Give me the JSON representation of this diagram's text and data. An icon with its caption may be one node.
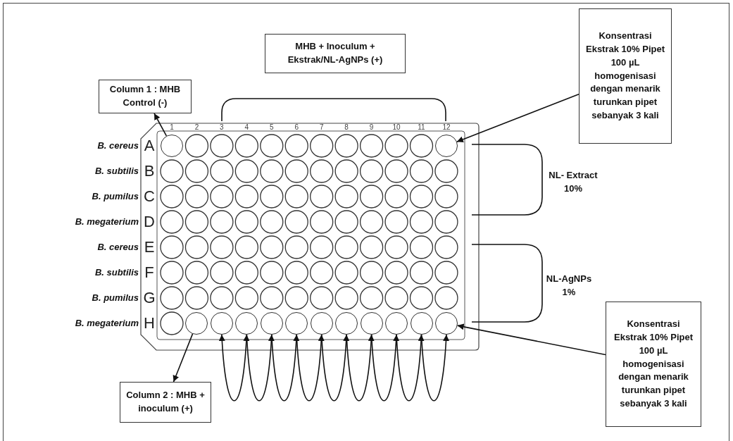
{
  "diagram": {
    "nodes": [
      {
        "text": [
          "Column 1 : MHB Control (-)"
        ]
      },
      {
        "text": [
          "MHB + Inoculum + Ekstrak/NL-AgNPs (+)"
        ]
      },
      {
        "text": [
          "Konsentrasi Ekstrak 10% Pipet 100 µL homogenisasi dengan menarik turunkan pipet sebanyak 3 kali"
        ]
      },
      {
        "text": [],
        "shape": "circle"
      },
      {
        "text": [],
        "shape": "circle"
      },
      {
        "text": [],
        "shape": "circle"
      },
      {
        "text": [],
        "shape": "circle"
      },
      {
        "text": [],
        "shape": "circle"
      },
      {
        "text": [],
        "shape": "circle"
      },
      {
        "text": [],
        "shape": "circle"
      },
      {
        "text": [],
        "shape": "circle"
      },
      {
        "text": [],
        "shape": "circle"
      },
      {
        "text": [],
        "shape": "circle"
      },
      {
        "text": [],
        "shape": "circle"
      },
      {
        "text": [],
        "shape": "circle"
      },
      {
        "text": [],
        "shape": "circle"
      },
      {
        "text": [
          "Column 2 : MHB + inoculum (+)"
        ]
      },
      {
        "text": [
          "Konsentrasi Ekstrak 10% Pipet 100 µL homogenisasi dengan menarik turunkan pipet sebanyak 3 kali"
        ]
      }
    ],
    "edges": [
      {
        "from": 3,
        "to": 0,
        "arrow": "to"
      },
      {
        "from": 2,
        "to": 4,
        "arrow": "to"
      },
      {
        "from": 5,
        "to": 16,
        "arrow": "to"
      },
      {
        "from": 6,
        "to": 7,
        "arrow": "both"
      },
      {
        "from": 7,
        "to": 8,
        "arrow": "to"
      },
      {
        "from": 8,
        "to": 9,
        "arrow": "to"
      },
      {
        "from": 9,
        "to": 10,
        "arrow": "to"
      },
      {
        "from": 10,
        "to": 11,
        "arrow": "to"
      },
      {
        "from": 11,
        "to": 12,
        "arrow": "to"
      },
      {
        "from": 12,
        "to": 13,
        "arrow": "to"
      },
      {
        "from": 13,
        "to": 14,
        "arrow": "to"
      },
      {
        "from": 14,
        "to": 15,
        "arrow": "to"
      },
      {
        "from": 17,
        "to": 15,
        "arrow": "to"
      }
    ],
    "labels": [
      "1",
      "2",
      "3",
      "4",
      "5",
      "6",
      "7",
      "8",
      "9",
      "10",
      "11",
      "12",
      "B. cereus",
      "A",
      "B. subtilis",
      "B",
      "B. pumilus",
      "C",
      "B. megaterium",
      "D",
      "B. cereus",
      "E",
      "B. subtilis",
      "F",
      "B. pumilus",
      "G",
      "B. megaterium",
      "H",
      "NL- Extract 10%",
      "NL-AgNPs 1%"
    ]
  }
}
